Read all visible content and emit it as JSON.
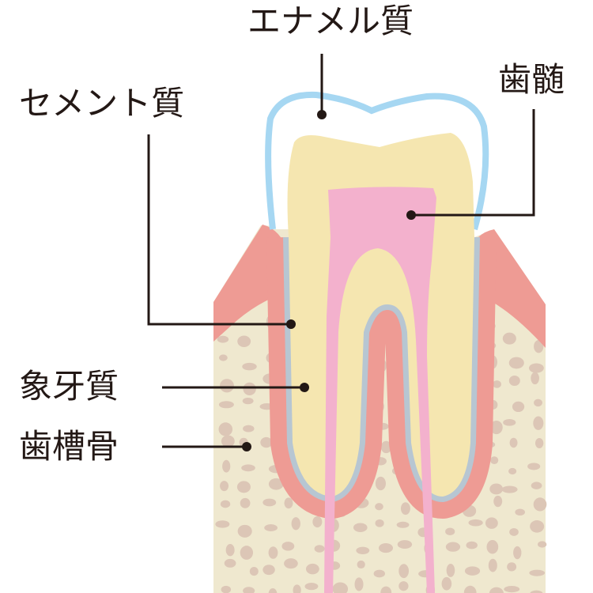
{
  "labels": {
    "enamel": "エナメル質",
    "pulp": "歯髄",
    "cementum": "セメント質",
    "dentin": "象牙質",
    "alveolar_bone": "歯槽骨"
  },
  "colors": {
    "enamel": "#a6d7f2",
    "dentin": "#f5e6b0",
    "pulp": "#f3b1cd",
    "gum": "#ee9b94",
    "bone": "#efe8cf",
    "bone_spots": "#dcc6b6",
    "cementum": "#b7c6d2",
    "line": "#231815"
  }
}
